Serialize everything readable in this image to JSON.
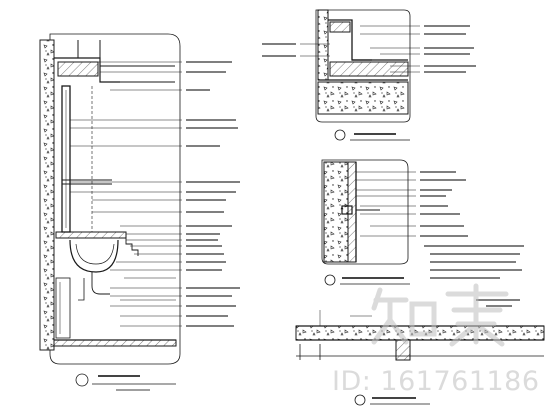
{
  "watermark": {
    "id_text": "ID: 161761186",
    "color": "#bebebe"
  },
  "drawings": [
    {
      "key": "vanity_section",
      "title": "",
      "scale": "",
      "callouts": 28
    },
    {
      "key": "floor_detail",
      "title": "",
      "scale": "",
      "callouts": 8
    },
    {
      "key": "wall_joint_detail",
      "title": "",
      "scale": "",
      "callouts": 9
    },
    {
      "key": "threshold_detail",
      "title": "",
      "scale": "",
      "callouts": 1
    }
  ],
  "line_color": "#1a1a1a"
}
